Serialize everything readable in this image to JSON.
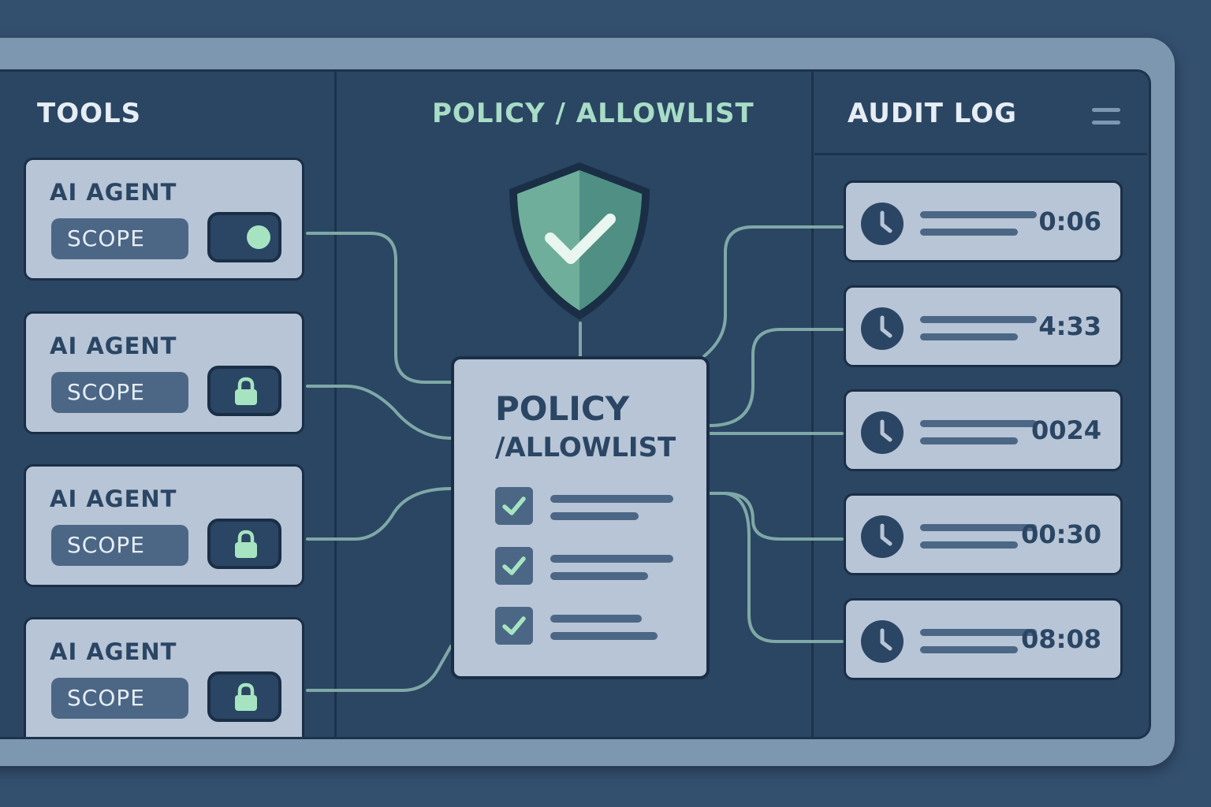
{
  "columns": {
    "tools": "TOOLS",
    "policy": "POLICY / ALLOWLIST",
    "audit": "AUDIT  LOG"
  },
  "agents": [
    {
      "label": "AI AGENT",
      "scope": "SCOPE",
      "state": "toggle-on"
    },
    {
      "label": "AI AGENT",
      "scope": "SCOPE",
      "state": "locked"
    },
    {
      "label": "AI AGENT",
      "scope": "SCOPE",
      "state": "locked"
    },
    {
      "label": "AI AGENT",
      "scope": "SCOPE",
      "state": "locked"
    }
  ],
  "policy_card": {
    "title": "POLICY",
    "subtitle": "/ALLOWLIST",
    "items_checked": [
      true,
      true,
      true
    ]
  },
  "audit_log": [
    {
      "time": "0:06"
    },
    {
      "time": "4:33"
    },
    {
      "time": "0024"
    },
    {
      "time": "00:30"
    },
    {
      "time": "08:08"
    }
  ],
  "icons": {
    "shield": "shield-check-icon",
    "menu": "menu-icon",
    "clock": "clock-icon",
    "lock": "lock-icon",
    "check": "checkbox-check-icon"
  },
  "colors": {
    "background": "#34506f",
    "panel": "#2a4663",
    "card": "#b7c5d6",
    "accent": "#a6e4c1",
    "wire": "#7fa8a6",
    "text_dark": "#2b4664"
  }
}
